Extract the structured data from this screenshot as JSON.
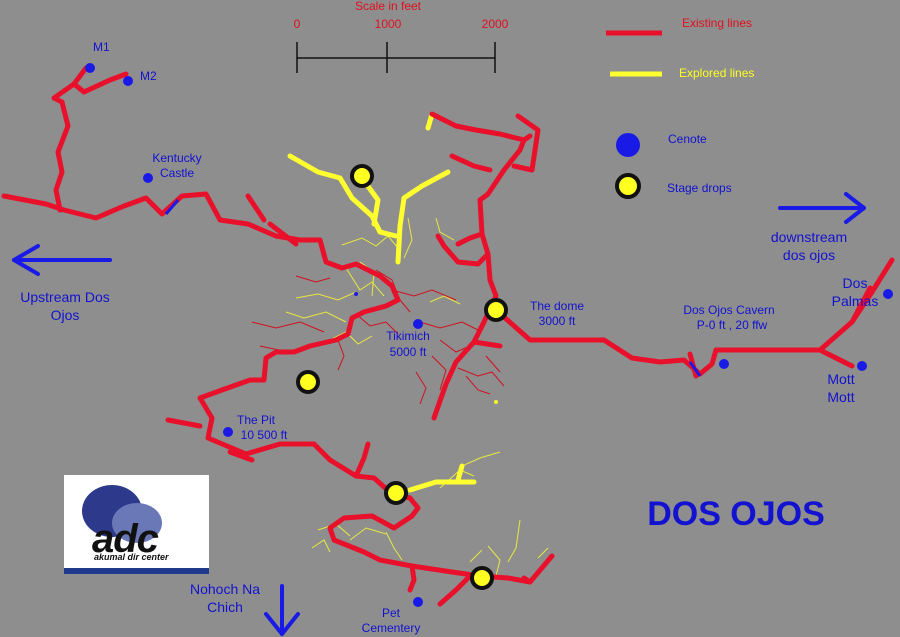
{
  "scale": {
    "title": "Scale in feet",
    "ticks": [
      "0",
      "1000",
      "2000"
    ]
  },
  "legend": {
    "existing": "Existing lines",
    "explored": "Explored lines",
    "cenote": "Cenote",
    "stage": "Stage drops"
  },
  "title": "DOS OJOS",
  "arrows": {
    "upstream": [
      "Upstream Dos",
      "Ojos"
    ],
    "downstream": [
      "downstream",
      "dos ojos"
    ],
    "nohoch": [
      "Nohoch Na",
      "Chich"
    ]
  },
  "places": {
    "m1": "M1",
    "m2": "M2",
    "kentucky": [
      "Kentucky",
      "Castle"
    ],
    "dome": [
      "The dome",
      "3000 ft"
    ],
    "tikimich": [
      "Tikimich",
      "5000 ft"
    ],
    "cavern": [
      "Dos Ojos Cavern",
      "P-0 ft , 20 ffw"
    ],
    "dospalmas": [
      "Dos",
      "Palmas"
    ],
    "mott": [
      "Mott",
      "Mott"
    ],
    "pit": [
      "The Pit",
      "10 500 ft"
    ],
    "pet": [
      "Pet",
      "Cementery"
    ]
  },
  "logo": {
    "brand": "adc",
    "tagline": "akumal dir center"
  },
  "colors": {
    "existing": "#e8102a",
    "explored": "#ffff30",
    "cenote": "#1a1ae6",
    "label": "#1212d0",
    "background": "#8e8e8e"
  },
  "icons": [
    "cenote-dot",
    "stage-drop-marker",
    "arrow-left-icon",
    "arrow-right-icon",
    "arrow-down-icon"
  ]
}
